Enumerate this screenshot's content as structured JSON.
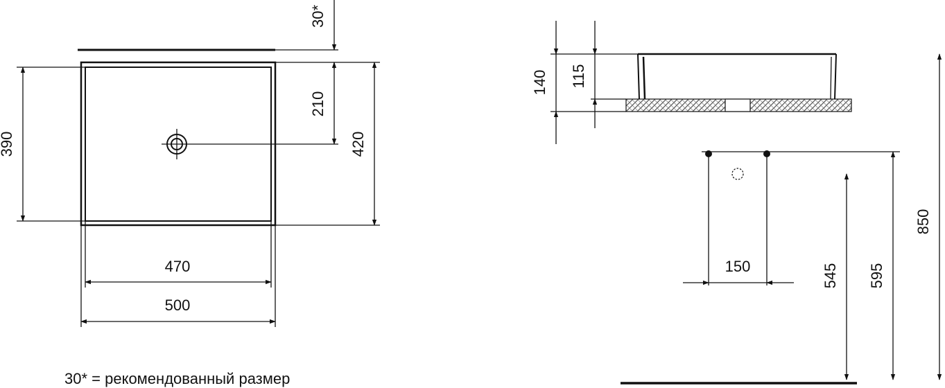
{
  "dimensions": {
    "recommended_gap": "30*",
    "inner_depth": "390",
    "drain_offset": "210",
    "outer_depth": "420",
    "inner_width": "470",
    "outer_width": "500",
    "total_height": "140",
    "bowl_height": "115",
    "mount_spacing": "150",
    "height_545": "545",
    "height_595": "595",
    "height_850": "850"
  },
  "footnote": "30* = рекомендованный размер"
}
